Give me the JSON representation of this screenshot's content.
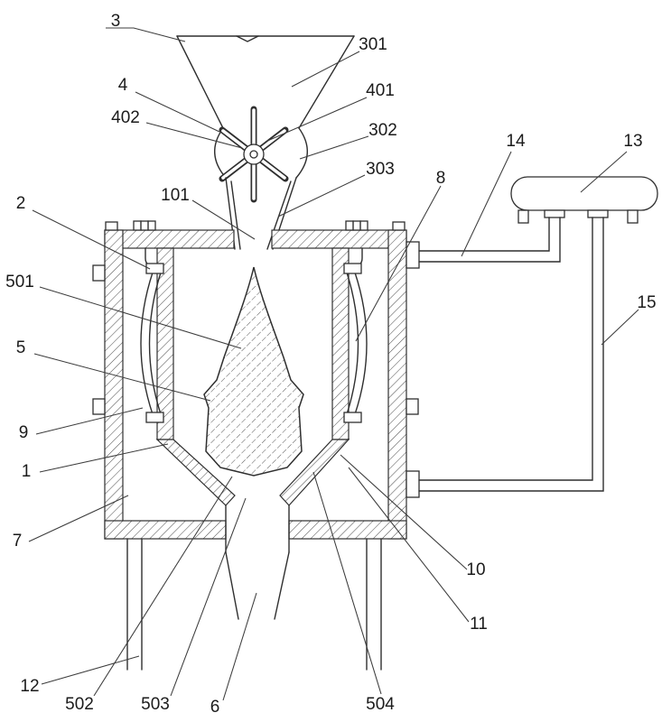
{
  "colors": {
    "line": "#2f2f2f",
    "label": "#1b1b1b",
    "bg": "#ffffff"
  },
  "figure": {
    "labels": {
      "n3": "3",
      "n301": "301",
      "n4": "4",
      "n401": "401",
      "n402": "402",
      "n302": "302",
      "n303": "303",
      "n101": "101",
      "n2": "2",
      "n501": "501",
      "n5": "5",
      "n9": "9",
      "n1": "1",
      "n7": "7",
      "n12": "12",
      "n502": "502",
      "n503": "503",
      "n6": "6",
      "n504": "504",
      "n8": "8",
      "n10": "10",
      "n11": "11",
      "n13": "13",
      "n14": "14",
      "n15": "15"
    }
  }
}
